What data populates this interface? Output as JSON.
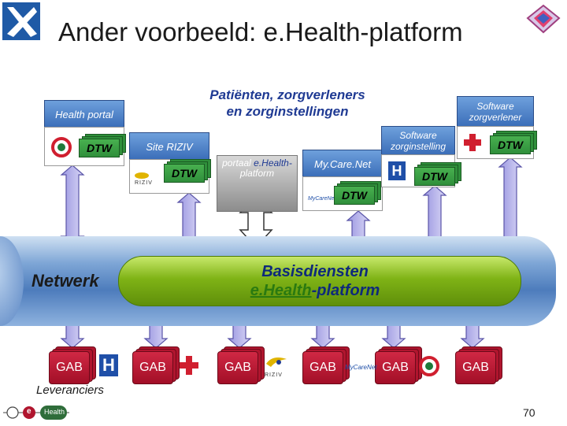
{
  "slide": {
    "title": "Ander voorbeeld: e.Health-platform",
    "subtitle_line1": "Patiënten, zorgverleners",
    "subtitle_line2": "en zorginstellingen",
    "page_number": "70"
  },
  "portals": {
    "health_portal": "Health portal",
    "site_riziv": "Site RIZIV",
    "portaal_prefix": "portaal ",
    "portaal_brand": "e.Health-",
    "portaal_suffix": "platform",
    "mycarenet": "My.Care.Net",
    "software_zorginstelling_1": "Software",
    "software_zorginstelling_2": "zorginstelling",
    "software_zorgverlener_1": "Software",
    "software_zorgverlener_2": "zorgverlener"
  },
  "dtw_label": "DTW",
  "network": {
    "label": "Netwerk",
    "core_line1": "Basisdiensten",
    "core_brand": "e.Health",
    "core_suffix": "-platform"
  },
  "gab_label": "GAB",
  "suppliers_label": "Leveranciers",
  "logos": {
    "riziv": "RIZIV",
    "ehealth": "Health",
    "ehealth_e": "e",
    "hospital_h": "H",
    "mycarenet_small": "MyCareNet"
  },
  "colors": {
    "title": "#1a1a1a",
    "subtitle": "#1f3a93",
    "portal_blue": "#4a7cc4",
    "dtw_green": "#2f8f3b",
    "gab_red": "#b0152e",
    "core_green": "#7fb316",
    "pipe_blue": "#4d7cbc",
    "arrow_fill": "#b7b4e8"
  }
}
